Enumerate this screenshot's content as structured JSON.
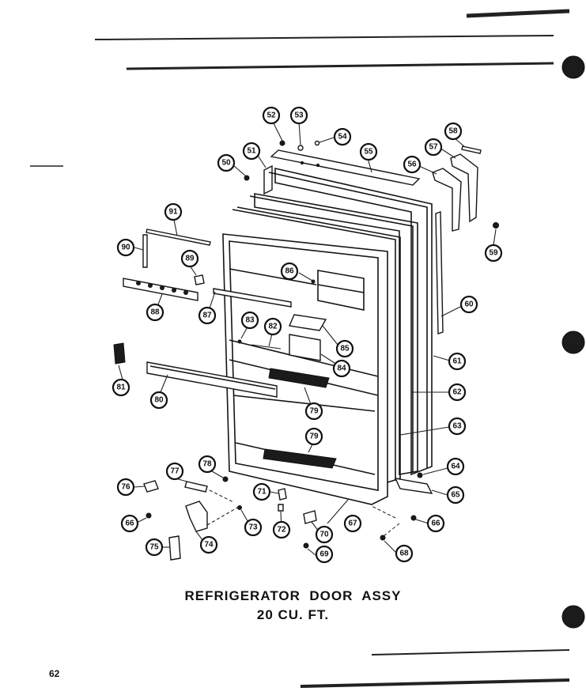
{
  "title": {
    "line1": "REFRIGERATOR  DOOR  ASSY",
    "line2": "20 CU. FT."
  },
  "page_number": "62",
  "callouts": [
    {
      "id": "p52",
      "label": "52"
    },
    {
      "id": "p53",
      "label": "53"
    },
    {
      "id": "p54",
      "label": "54"
    },
    {
      "id": "p55",
      "label": "55"
    },
    {
      "id": "p50",
      "label": "50"
    },
    {
      "id": "p51",
      "label": "51"
    },
    {
      "id": "p58",
      "label": "58"
    },
    {
      "id": "p57",
      "label": "57"
    },
    {
      "id": "p56",
      "label": "56"
    },
    {
      "id": "p59",
      "label": "59"
    },
    {
      "id": "p91",
      "label": "91"
    },
    {
      "id": "p90",
      "label": "90"
    },
    {
      "id": "p89",
      "label": "89"
    },
    {
      "id": "p86",
      "label": "86"
    },
    {
      "id": "p88",
      "label": "88"
    },
    {
      "id": "p87",
      "label": "87"
    },
    {
      "id": "p60",
      "label": "60"
    },
    {
      "id": "p83",
      "label": "83"
    },
    {
      "id": "p82",
      "label": "82"
    },
    {
      "id": "p85",
      "label": "85"
    },
    {
      "id": "p84",
      "label": "84"
    },
    {
      "id": "p61",
      "label": "61"
    },
    {
      "id": "p81",
      "label": "81"
    },
    {
      "id": "p80",
      "label": "80"
    },
    {
      "id": "p62",
      "label": "62"
    },
    {
      "id": "p79a",
      "label": "79"
    },
    {
      "id": "p63",
      "label": "63"
    },
    {
      "id": "p79b",
      "label": "79"
    },
    {
      "id": "p64",
      "label": "64"
    },
    {
      "id": "p77",
      "label": "77"
    },
    {
      "id": "p78",
      "label": "78"
    },
    {
      "id": "p76",
      "label": "76"
    },
    {
      "id": "p71",
      "label": "71"
    },
    {
      "id": "p65",
      "label": "65"
    },
    {
      "id": "p66a",
      "label": "66"
    },
    {
      "id": "p73",
      "label": "73"
    },
    {
      "id": "p72",
      "label": "72"
    },
    {
      "id": "p67",
      "label": "67"
    },
    {
      "id": "p70",
      "label": "70"
    },
    {
      "id": "p66b",
      "label": "66"
    },
    {
      "id": "p74",
      "label": "74"
    },
    {
      "id": "p75",
      "label": "75"
    },
    {
      "id": "p69",
      "label": "69"
    },
    {
      "id": "p68",
      "label": "68"
    }
  ]
}
